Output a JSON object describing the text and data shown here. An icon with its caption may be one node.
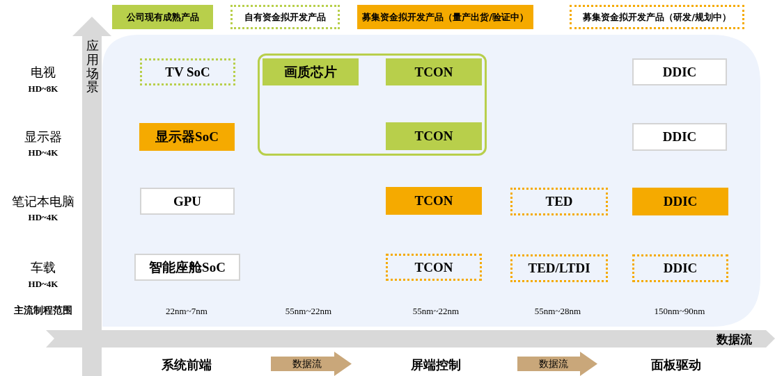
{
  "diagram": {
    "nodes": [
      {
        "text": [
          "TV SoC"
        ]
      },
      {
        "text": [],
        "shape": "box"
      },
      {
        "text": [
          "画质芯片"
        ],
        "in": 1
      },
      {
        "text": [
          "TCON"
        ],
        "in": 1
      },
      {
        "text": [
          "DDIC"
        ]
      },
      {
        "text": [
          "显示器SoC"
        ]
      },
      {
        "text": [
          "TCON"
        ],
        "in": 1
      },
      {
        "text": [
          "DDIC"
        ]
      },
      {
        "text": [
          "GPU"
        ]
      },
      {
        "text": [
          "TCON"
        ]
      },
      {
        "text": [
          "TED"
        ]
      },
      {
        "text": [
          "DDIC"
        ]
      },
      {
        "text": [
          "智能座舱SoC"
        ]
      },
      {
        "text": [
          "TCON"
        ]
      },
      {
        "text": [
          "TED/LTDI"
        ]
      },
      {
        "text": [
          "DDIC"
        ]
      }
    ],
    "labels": [
      "应用场景",
      "电视",
      "HD~8K",
      "显示器",
      "HD~4K",
      "笔记本电脑",
      "HD~4K",
      "车载",
      "HD~4K",
      "主流制程范围",
      "22nm~7nm",
      "55nm~22nm",
      "55nm~22nm",
      "55nm~28nm",
      "150nm~90nm",
      "数据流",
      "系统前端",
      "数据流",
      "屏端控制",
      "数据流",
      "面板驱动"
    ],
    "legend": [
      {
        "text": "公司现有成熟产品",
        "color": "#b8cf4b"
      },
      {
        "text": "自有资金拟开发产品"
      },
      {
        "text": "募集资金拟开发产品（量产出货/验证中）",
        "color": "#f5aa00"
      },
      {
        "text": "募集资金拟开发产品（研发/规划中）"
      }
    ]
  }
}
